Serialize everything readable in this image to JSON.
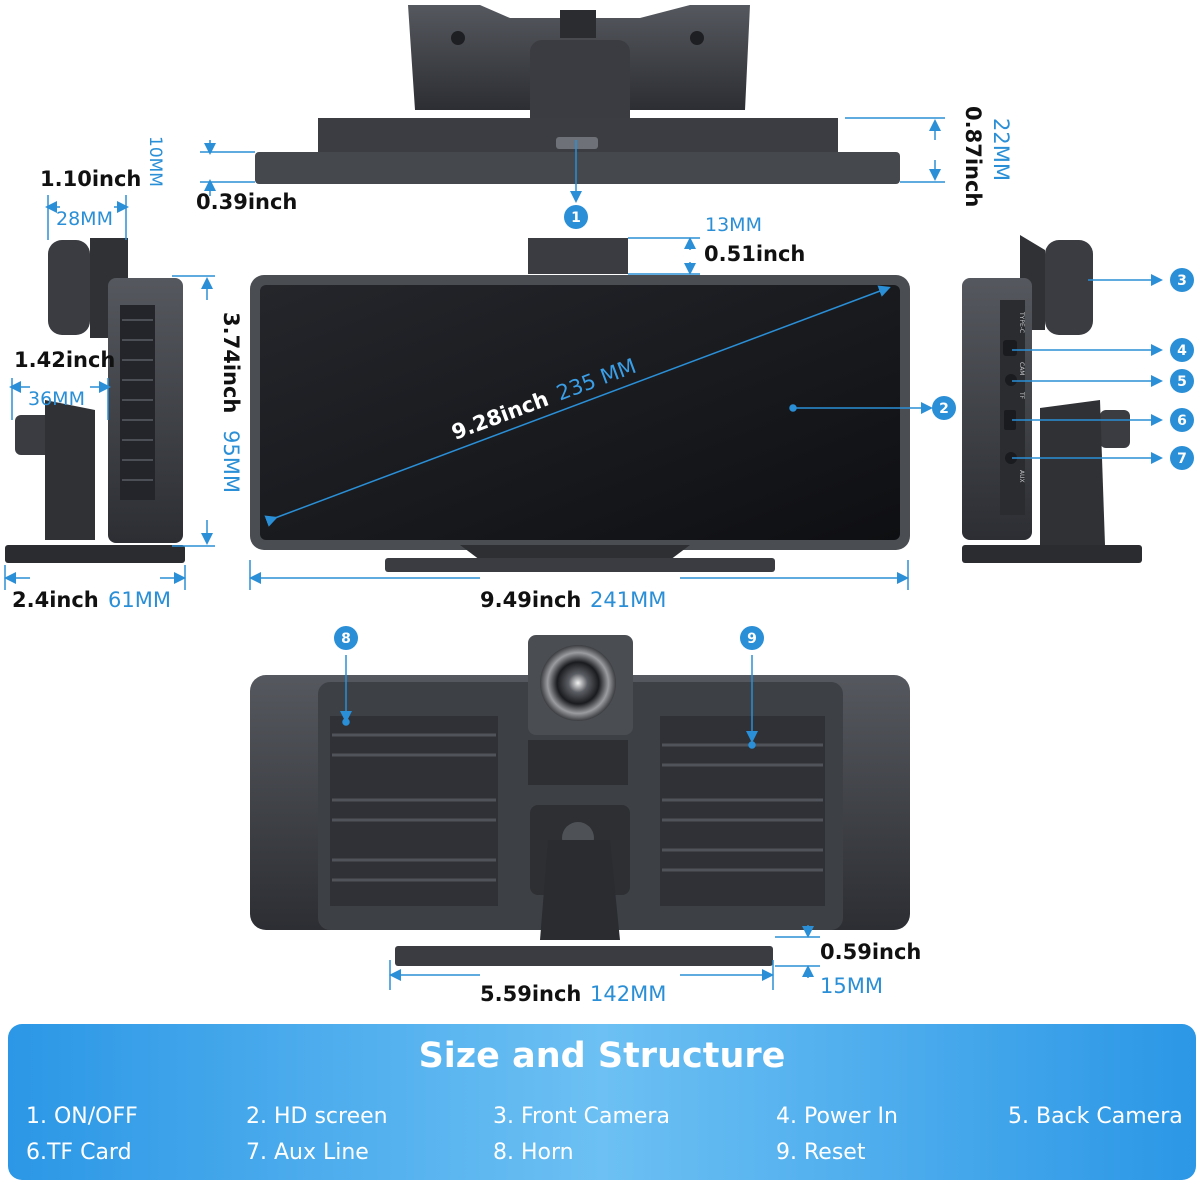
{
  "dimensions": {
    "top_depth_inch": "0.39inch",
    "top_depth_mm": "10MM",
    "top_height_inch": "0.87inch",
    "top_height_mm": "22MM",
    "mount_width_inch": "1.10inch",
    "mount_width_mm": "28MM",
    "knob_width_inch": "1.42inch",
    "knob_width_mm": "36MM",
    "side_height_inch": "3.74inch",
    "side_height_mm": "95MM",
    "base_depth_inch": "2.4inch",
    "base_depth_mm": "61MM",
    "camera_height_mm": "13MM",
    "camera_height_inch": "0.51inch",
    "diagonal_inch": "9.28inch",
    "diagonal_mm": "235 MM",
    "front_width_inch": "9.49inch",
    "front_width_mm": "241MM",
    "base_width_inch": "5.59inch",
    "base_width_mm": "142MM",
    "base_height_inch": "0.59inch",
    "base_height_mm": "15MM"
  },
  "callouts": [
    "1",
    "2",
    "3",
    "4",
    "5",
    "6",
    "7",
    "8",
    "9"
  ],
  "port_labels": [
    "TYPE-C",
    "CAM",
    "TF",
    "AUX"
  ],
  "legend": {
    "title": "Size and Structure",
    "items": [
      "1. ON/OFF",
      "2. HD screen",
      "3. Front Camera",
      "4. Power In",
      "5. Back Camera",
      "6.TF Card",
      "7. Aux Line",
      "8. Horn",
      "9. Reset"
    ]
  },
  "colors": {
    "accent": "#2a8fd6",
    "device_dark": "#3a3d42",
    "screen": "#15171b",
    "panel_blue": "#4aaeee"
  }
}
